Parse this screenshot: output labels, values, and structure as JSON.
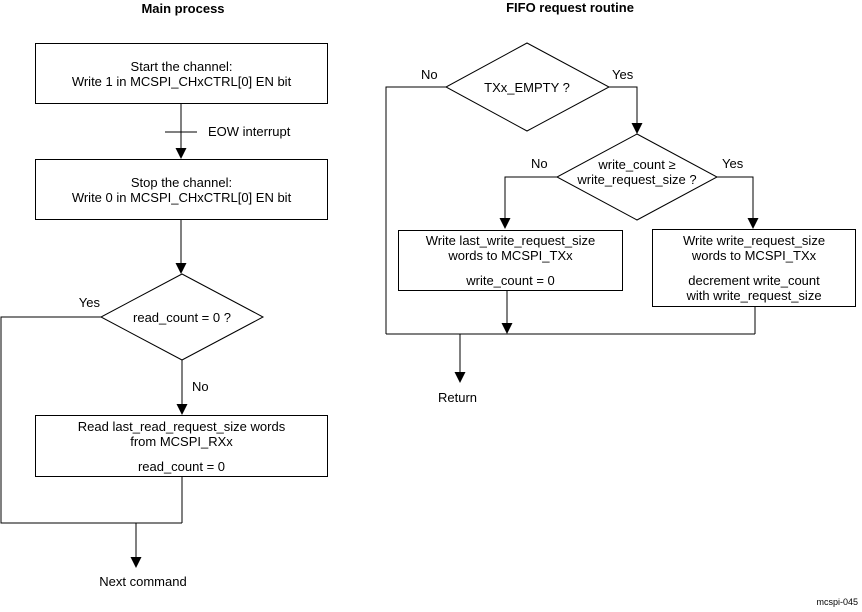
{
  "colors": {
    "line": "#000000",
    "background": "#ffffff",
    "text": "#000000"
  },
  "footer_code": "mcspi-045",
  "main_process": {
    "title": "Main process",
    "start_box": {
      "line1": "Start the channel:",
      "line2": "Write 1 in MCSPI_CHxCTRL[0] EN bit"
    },
    "eow_interrupt_label": "EOW interrupt",
    "stop_box": {
      "line1": "Stop the channel:",
      "line2": "Write 0 in MCSPI_CHxCTRL[0] EN bit"
    },
    "read_count_decision": {
      "question": "read_count = 0 ?",
      "yes_label": "Yes",
      "no_label": "No"
    },
    "read_box": {
      "line1": "Read last_read_request_size words",
      "line2": "from MCSPI_RXx",
      "line3": "read_count = 0"
    },
    "next_command_label": "Next command"
  },
  "fifo_routine": {
    "title": "FIFO request routine",
    "tx_empty_decision": {
      "question": "TXx_EMPTY ?",
      "no_label": "No",
      "yes_label": "Yes"
    },
    "write_count_decision": {
      "question_line1": "write_count ≥",
      "question_line2": "write_request_size ?",
      "no_label": "No",
      "yes_label": "Yes"
    },
    "last_write_box": {
      "line1": "Write last_write_request_size",
      "line2": "words to MCSPI_TXx",
      "line3": "write_count = 0"
    },
    "write_box": {
      "line1": "Write write_request_size",
      "line2": "words to MCSPI_TXx",
      "line3": "decrement write_count",
      "line4": "with write_request_size"
    },
    "return_label": "Return"
  }
}
